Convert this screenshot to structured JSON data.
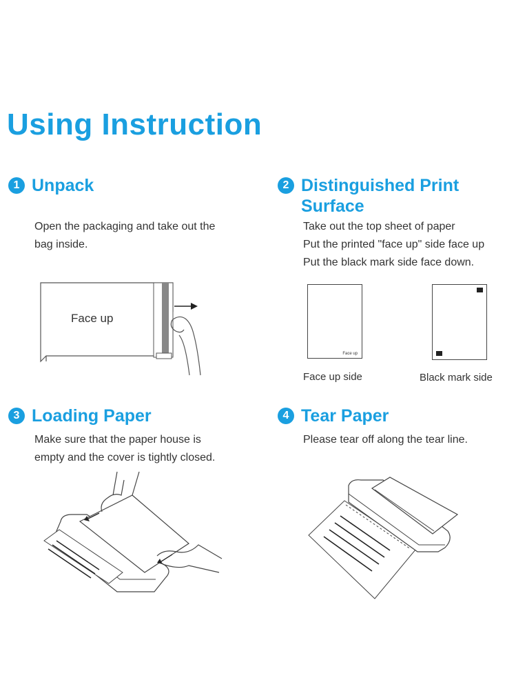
{
  "title": "Using Instruction",
  "steps": [
    {
      "number": "1",
      "title": "Unpack",
      "lines": [
        "Open the packaging and take out the",
        "bag inside."
      ],
      "illustration_label": "Face up"
    },
    {
      "number": "2",
      "title_lines": [
        "Distinguished Print",
        "Surface"
      ],
      "lines": [
        "Take out the top sheet of paper",
        "Put the printed \"face up\" side face up",
        "Put the black mark side face down."
      ],
      "sheet_label": "Face up",
      "captions": [
        "Face up side",
        "Black mark side"
      ]
    },
    {
      "number": "3",
      "title": "Loading Paper",
      "lines": [
        "Make sure that the paper house is",
        "empty and the cover is tightly closed."
      ]
    },
    {
      "number": "4",
      "title": "Tear Paper",
      "lines": [
        "Please tear off along the tear line."
      ]
    }
  ]
}
